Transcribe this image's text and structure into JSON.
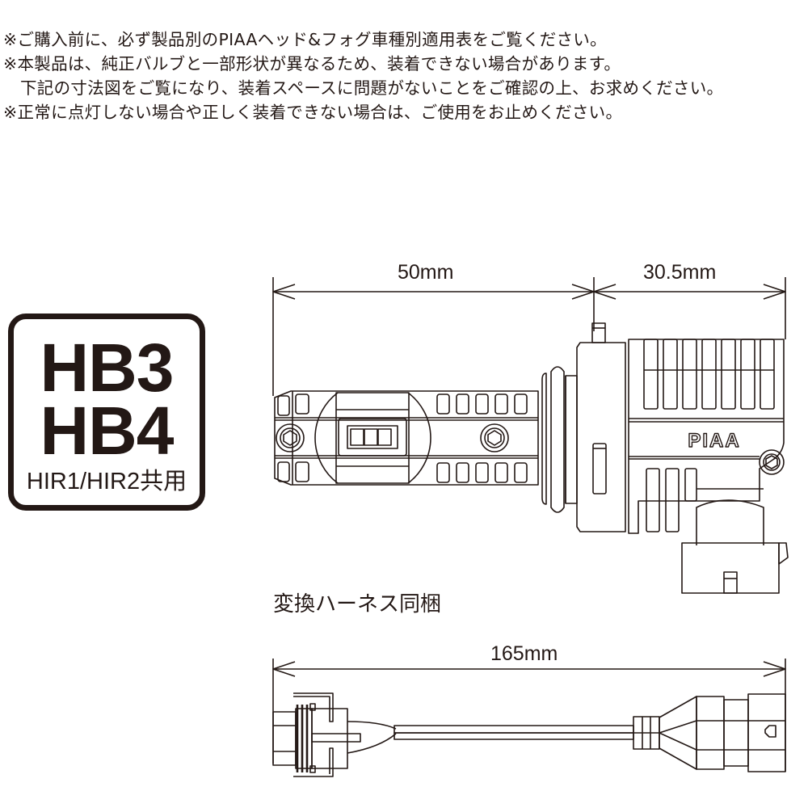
{
  "notes": [
    {
      "text": "※ご購入前に、必ず製品別のPIAAヘッド&フォグ車種別適用表をご覧ください。",
      "indent": false
    },
    {
      "text": "※本製品は、純正バルブと一部形状が異なるため、装着できない場合があります。",
      "indent": false
    },
    {
      "text": "下記の寸法図をご覧になり、装着スペースに問題がないことをご確認の上、お求めください。",
      "indent": true
    },
    {
      "text": "※正常に点灯しない場合や正しく装着できない場合は、ご使用をお止めください。",
      "indent": false
    }
  ],
  "badge": {
    "line1": "HB3",
    "line2": "HB4",
    "line3": "HIR1/HIR2共用"
  },
  "bulb": {
    "brand_mark": "PIAA",
    "dimensions": {
      "length_front": "50mm",
      "length_rear": "30.5mm"
    }
  },
  "harness": {
    "caption": "変換ハーネス同梱",
    "dimensions": {
      "length": "165mm"
    }
  },
  "colors": {
    "ink": "#231815",
    "background": "#ffffff"
  }
}
